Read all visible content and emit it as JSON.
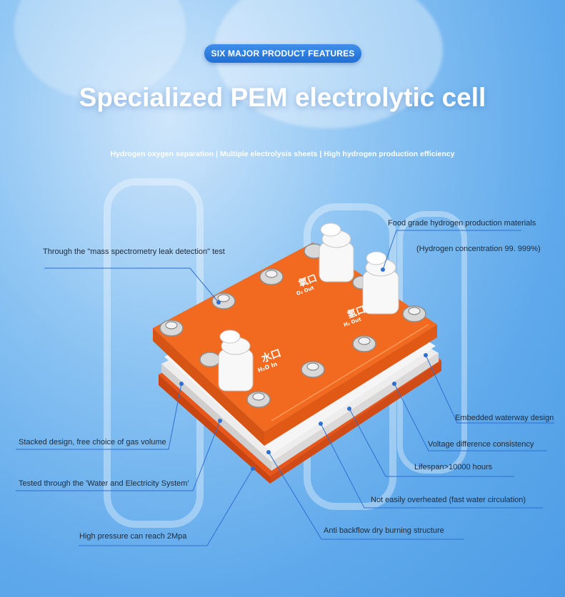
{
  "badge": "SIX MAJOR PRODUCT FEATURES",
  "title": "Specialized PEM electrolytic cell",
  "subtitle": "Hydrogen oxygen separation | Multiple electrolysis sheets | High hydrogen production efficiency",
  "device_text": {
    "o2_cn": "氧口",
    "o2_en": "O₂ Out",
    "h2_cn": "氢口",
    "h2_en": "H₂ Out",
    "water_cn": "水口",
    "water_en": "H₂O In"
  },
  "features": {
    "leak_test": "Through the \"mass spectrometry leak detection\" test",
    "food_grade": "Food grade hydrogen production materials",
    "purity": "(Hydrogen concentration 99. 999%)",
    "waterway": "Embedded waterway design",
    "voltage": "Voltage difference consistency",
    "lifespan": "Lifespan>10000 hours",
    "overheat": "Not easily overheated (fast water circulation)",
    "backflow": "Anti backflow dry burning structure",
    "stacked": "Stacked design, free choice of gas volume",
    "tested": "Tested through the 'Water and Electricity System'",
    "pressure": "High pressure can reach 2Mpa"
  },
  "colors": {
    "accent": "#1f6fd6",
    "cell_orange": "#f0631a",
    "line": "#2f6fd0"
  }
}
